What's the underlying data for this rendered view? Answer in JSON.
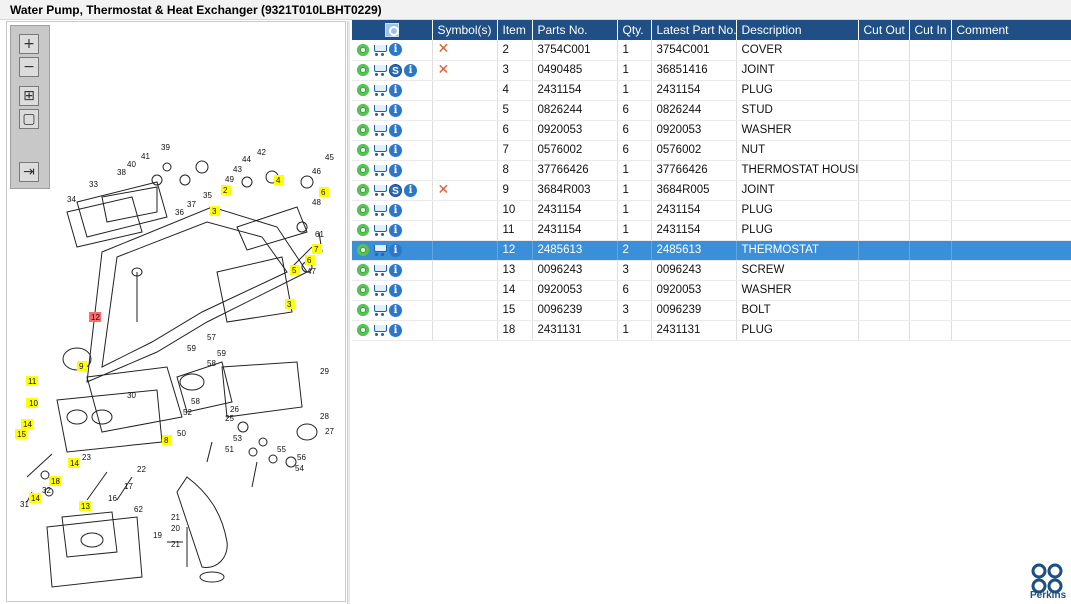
{
  "window": {
    "title": "Water Pump, Thermostat & Heat Exchanger (9321T010LBHT0229)"
  },
  "toolbar": {
    "zoom_in": "+",
    "zoom_out": "−",
    "fit": "⊞",
    "actual": "▢",
    "export": "⇥"
  },
  "diagram": {
    "callouts": [
      "39",
      "41",
      "40",
      "38",
      "33",
      "34",
      "37",
      "35",
      "36",
      "42",
      "44",
      "43",
      "49",
      "2",
      "45",
      "46",
      "6",
      "3",
      "48",
      "61",
      "7",
      "6",
      "5",
      "47",
      "3",
      "12",
      "57",
      "59",
      "59",
      "58",
      "9",
      "11",
      "29",
      "10",
      "30",
      "52",
      "58",
      "26",
      "25",
      "28",
      "27",
      "14",
      "15",
      "50",
      "8",
      "53",
      "51",
      "56",
      "55",
      "54",
      "23",
      "22",
      "14",
      "17",
      "18",
      "16",
      "32",
      "31",
      "14",
      "13",
      "62",
      "21",
      "20",
      "19",
      "21"
    ],
    "highlighted": [
      "2",
      "6",
      "3",
      "7",
      "6",
      "5",
      "3",
      "9",
      "11",
      "10",
      "14",
      "15",
      "8",
      "14",
      "18",
      "14",
      "13"
    ],
    "selected": "12"
  },
  "table": {
    "columns": [
      "",
      "Symbol(s)",
      "Item",
      "Parts No.",
      "Qty.",
      "Latest Part No.",
      "Description",
      "Cut Out",
      "Cut In",
      "Comment"
    ],
    "rows": [
      {
        "icons": [
          "gear",
          "cart",
          "info"
        ],
        "symbol": "✕",
        "item": "2",
        "part_no": "3754C001",
        "qty": "1",
        "latest": "3754C001",
        "description": "COVER",
        "cut_out": "",
        "cut_in": "",
        "comment": ""
      },
      {
        "icons": [
          "gear",
          "cart",
          "supp",
          "info"
        ],
        "symbol": "✕",
        "item": "3",
        "part_no": "0490485",
        "qty": "1",
        "latest": "36851416",
        "description": "JOINT",
        "cut_out": "",
        "cut_in": "",
        "comment": ""
      },
      {
        "icons": [
          "gear",
          "cart",
          "info"
        ],
        "symbol": "",
        "item": "4",
        "part_no": "2431154",
        "qty": "1",
        "latest": "2431154",
        "description": "PLUG",
        "cut_out": "",
        "cut_in": "",
        "comment": ""
      },
      {
        "icons": [
          "gear",
          "cart",
          "info"
        ],
        "symbol": "",
        "item": "5",
        "part_no": "0826244",
        "qty": "6",
        "latest": "0826244",
        "description": "STUD",
        "cut_out": "",
        "cut_in": "",
        "comment": ""
      },
      {
        "icons": [
          "gear",
          "cart",
          "info"
        ],
        "symbol": "",
        "item": "6",
        "part_no": "0920053",
        "qty": "6",
        "latest": "0920053",
        "description": "WASHER",
        "cut_out": "",
        "cut_in": "",
        "comment": ""
      },
      {
        "icons": [
          "gear",
          "cart",
          "info"
        ],
        "symbol": "",
        "item": "7",
        "part_no": "0576002",
        "qty": "6",
        "latest": "0576002",
        "description": "NUT",
        "cut_out": "",
        "cut_in": "",
        "comment": ""
      },
      {
        "icons": [
          "gear",
          "cart",
          "info"
        ],
        "symbol": "",
        "item": "8",
        "part_no": "37766426",
        "qty": "1",
        "latest": "37766426",
        "description": "THERMOSTAT HOUSING",
        "cut_out": "",
        "cut_in": "",
        "comment": ""
      },
      {
        "icons": [
          "gear",
          "cart",
          "supp",
          "info"
        ],
        "symbol": "✕",
        "item": "9",
        "part_no": "3684R003",
        "qty": "1",
        "latest": "3684R005",
        "description": "JOINT",
        "cut_out": "",
        "cut_in": "",
        "comment": ""
      },
      {
        "icons": [
          "gear",
          "cart",
          "info"
        ],
        "symbol": "",
        "item": "10",
        "part_no": "2431154",
        "qty": "1",
        "latest": "2431154",
        "description": "PLUG",
        "cut_out": "",
        "cut_in": "",
        "comment": ""
      },
      {
        "icons": [
          "gear",
          "cart",
          "info"
        ],
        "symbol": "",
        "item": "11",
        "part_no": "2431154",
        "qty": "1",
        "latest": "2431154",
        "description": "PLUG",
        "cut_out": "",
        "cut_in": "",
        "comment": ""
      },
      {
        "icons": [
          "gear",
          "cart",
          "info"
        ],
        "symbol": "",
        "item": "12",
        "part_no": "2485613",
        "qty": "2",
        "latest": "2485613",
        "description": "THERMOSTAT",
        "cut_out": "",
        "cut_in": "",
        "comment": "",
        "selected": true
      },
      {
        "icons": [
          "gear",
          "cart",
          "info"
        ],
        "symbol": "",
        "item": "13",
        "part_no": "0096243",
        "qty": "3",
        "latest": "0096243",
        "description": "SCREW",
        "cut_out": "",
        "cut_in": "",
        "comment": ""
      },
      {
        "icons": [
          "gear",
          "cart",
          "info"
        ],
        "symbol": "",
        "item": "14",
        "part_no": "0920053",
        "qty": "6",
        "latest": "0920053",
        "description": "WASHER",
        "cut_out": "",
        "cut_in": "",
        "comment": ""
      },
      {
        "icons": [
          "gear",
          "cart",
          "info"
        ],
        "symbol": "",
        "item": "15",
        "part_no": "0096239",
        "qty": "3",
        "latest": "0096239",
        "description": "BOLT",
        "cut_out": "",
        "cut_in": "",
        "comment": ""
      },
      {
        "icons": [
          "gear",
          "cart",
          "info"
        ],
        "symbol": "",
        "item": "18",
        "part_no": "2431131",
        "qty": "1",
        "latest": "2431131",
        "description": "PLUG",
        "cut_out": "",
        "cut_in": "",
        "comment": ""
      }
    ]
  },
  "brand": {
    "name": "Perkins",
    "color": "#1c4f86"
  },
  "colors": {
    "header": "#1f4f84",
    "selected_row": "#3a8fd8",
    "highlight_label": "#ffff00",
    "selected_label": "#ff6a6a"
  }
}
